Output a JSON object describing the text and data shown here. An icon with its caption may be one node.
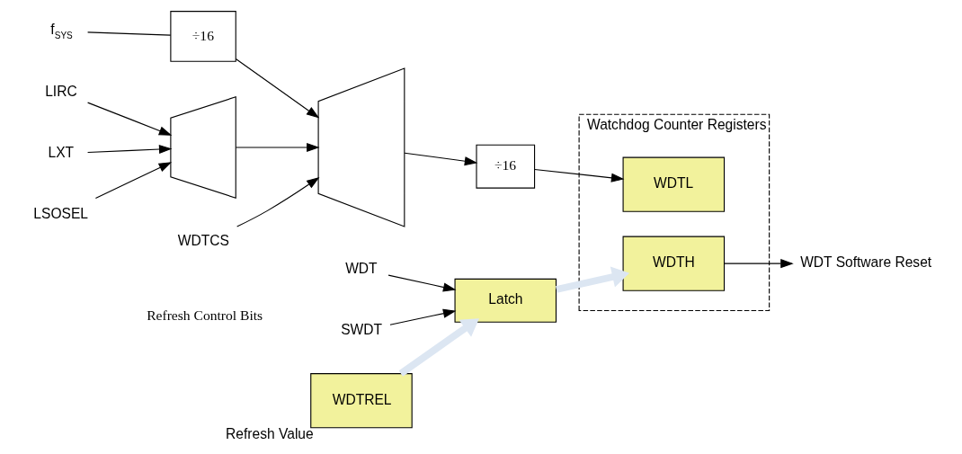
{
  "diagram": {
    "nodes": [
      {
        "text": [
          "f$_{SYS}$"
        ]
      },
      {
        "text": [
          "÷16"
        ]
      },
      {
        "text": [
          "LIRC"
        ]
      },
      {
        "text": [
          "LXT"
        ]
      },
      {
        "text": [],
        "shape": "trapezoid"
      },
      {
        "text": [
          "LSOSEL"
        ]
      },
      {
        "text": [],
        "shape": "trapezoid"
      },
      {
        "text": [
          "WDTCS"
        ]
      },
      {
        "text": [
          "÷16"
        ]
      },
      {
        "text": [
          "Watchdog Counter Registers"
        ]
      },
      {
        "text": [
          "WDTL"
        ],
        "in": 9
      },
      {
        "text": [
          "WDTH"
        ],
        "in": 9
      },
      {
        "text": [
          "WDT Software Reset"
        ]
      },
      {
        "text": [
          "WDT"
        ]
      },
      {
        "text": [
          "SWDT"
        ]
      },
      {
        "text": [
          "Latch"
        ]
      },
      {
        "text": [
          "WDTREL"
        ],
        "beside": [
          "Refresh Value"
        ]
      }
    ],
    "edges": [
      {
        "from": 0,
        "to": 1,
        "arrow": "none"
      },
      {
        "from": 1,
        "to": 6,
        "arrow": "to"
      },
      {
        "from": 2,
        "to": 4,
        "arrow": "to"
      },
      {
        "from": 3,
        "to": 4,
        "arrow": "to"
      },
      {
        "from": 4,
        "to": 6,
        "arrow": "to"
      },
      {
        "from": 5,
        "to": 4,
        "arrow": "to"
      },
      {
        "from": 7,
        "to": 6,
        "arrow": "to"
      },
      {
        "from": 6,
        "to": 8,
        "arrow": "to"
      },
      {
        "from": 8,
        "to": 10,
        "arrow": "to"
      },
      {
        "from": 11,
        "to": 12,
        "arrow": "to"
      },
      {
        "from": 13,
        "to": 15,
        "arrow": "to"
      },
      {
        "from": 14,
        "to": 15,
        "arrow": "to"
      },
      {
        "from": 15,
        "to": 11,
        "arrow": "to",
        "style": "thick",
        "color": "#dce6f2"
      },
      {
        "from": 16,
        "to": 15,
        "arrow": "to",
        "style": "thick",
        "color": "#dce6f2"
      }
    ],
    "labels": [
      "Refresh Control Bits"
    ]
  }
}
